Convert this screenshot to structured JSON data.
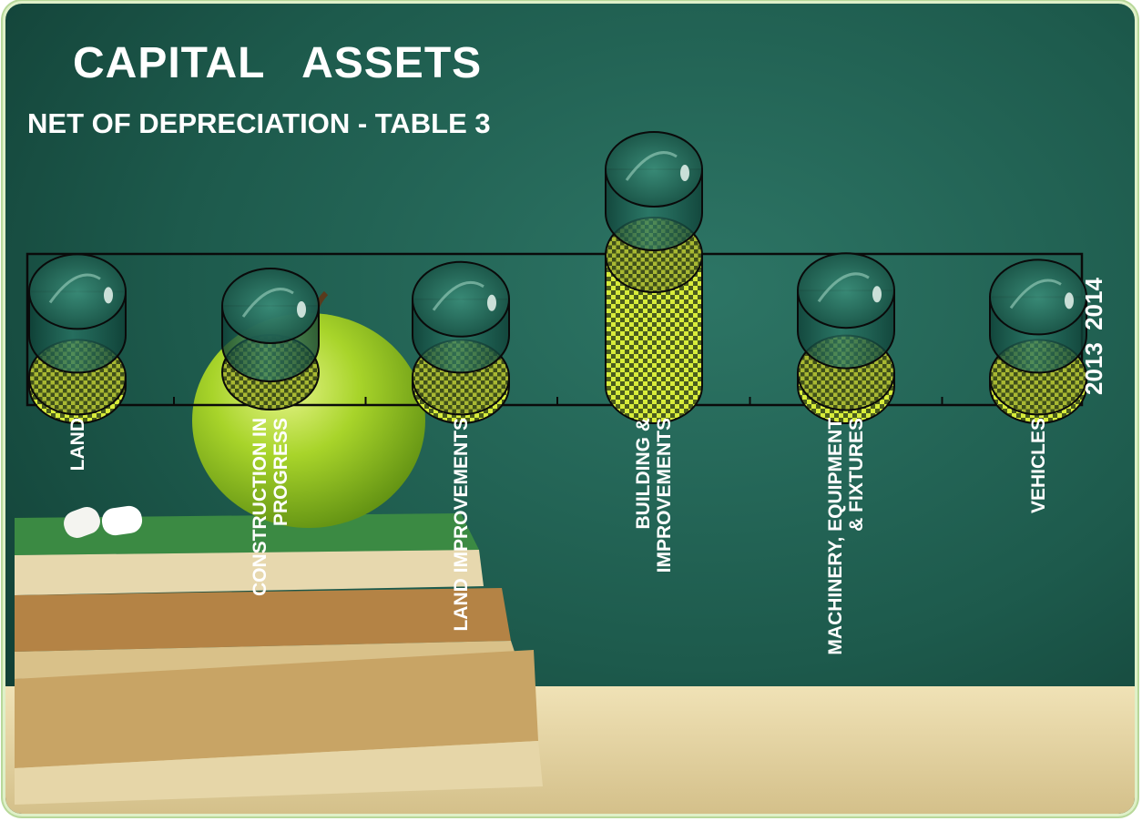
{
  "title": "CAPITAL ASSETS",
  "subtitle": "NET OF DEPRECIATION - TABLE 3",
  "chart_data": {
    "type": "bar",
    "style": "3d-cylinder",
    "categories": [
      [
        "LAND"
      ],
      [
        "CONSTRUCTION IN",
        "PROGRESS"
      ],
      [
        "LAND IMPROVEMENTS"
      ],
      [
        "BUILDING &",
        "IMPROVEMENTS"
      ],
      [
        "MACHINERY, EQUIPMENT",
        "& FIXTURES"
      ],
      [
        "VEHICLES"
      ]
    ],
    "series": [
      {
        "name": "2013",
        "values": [
          8,
          0,
          8,
          120,
          12,
          8
        ],
        "fill": "checker-yellow-green"
      },
      {
        "name": "2014",
        "values": [
          40,
          35,
          33,
          40,
          37,
          35
        ],
        "fill": "translucent-teal"
      }
    ],
    "legend_text": "2013 2014",
    "legend_position": "right",
    "ylim": [
      0,
      170
    ],
    "grid": false
  },
  "colors": {
    "chalkboard": "#1d5a4c",
    "chalkboard_dark": "#0f3a31",
    "checker_light": "#d8ec3a",
    "checker_dark": "#4a5c1e",
    "apple": "#9ccc24",
    "book_green": "#3b8a43",
    "book_tan": "#c8a465",
    "desk": "#e2d4a6"
  }
}
